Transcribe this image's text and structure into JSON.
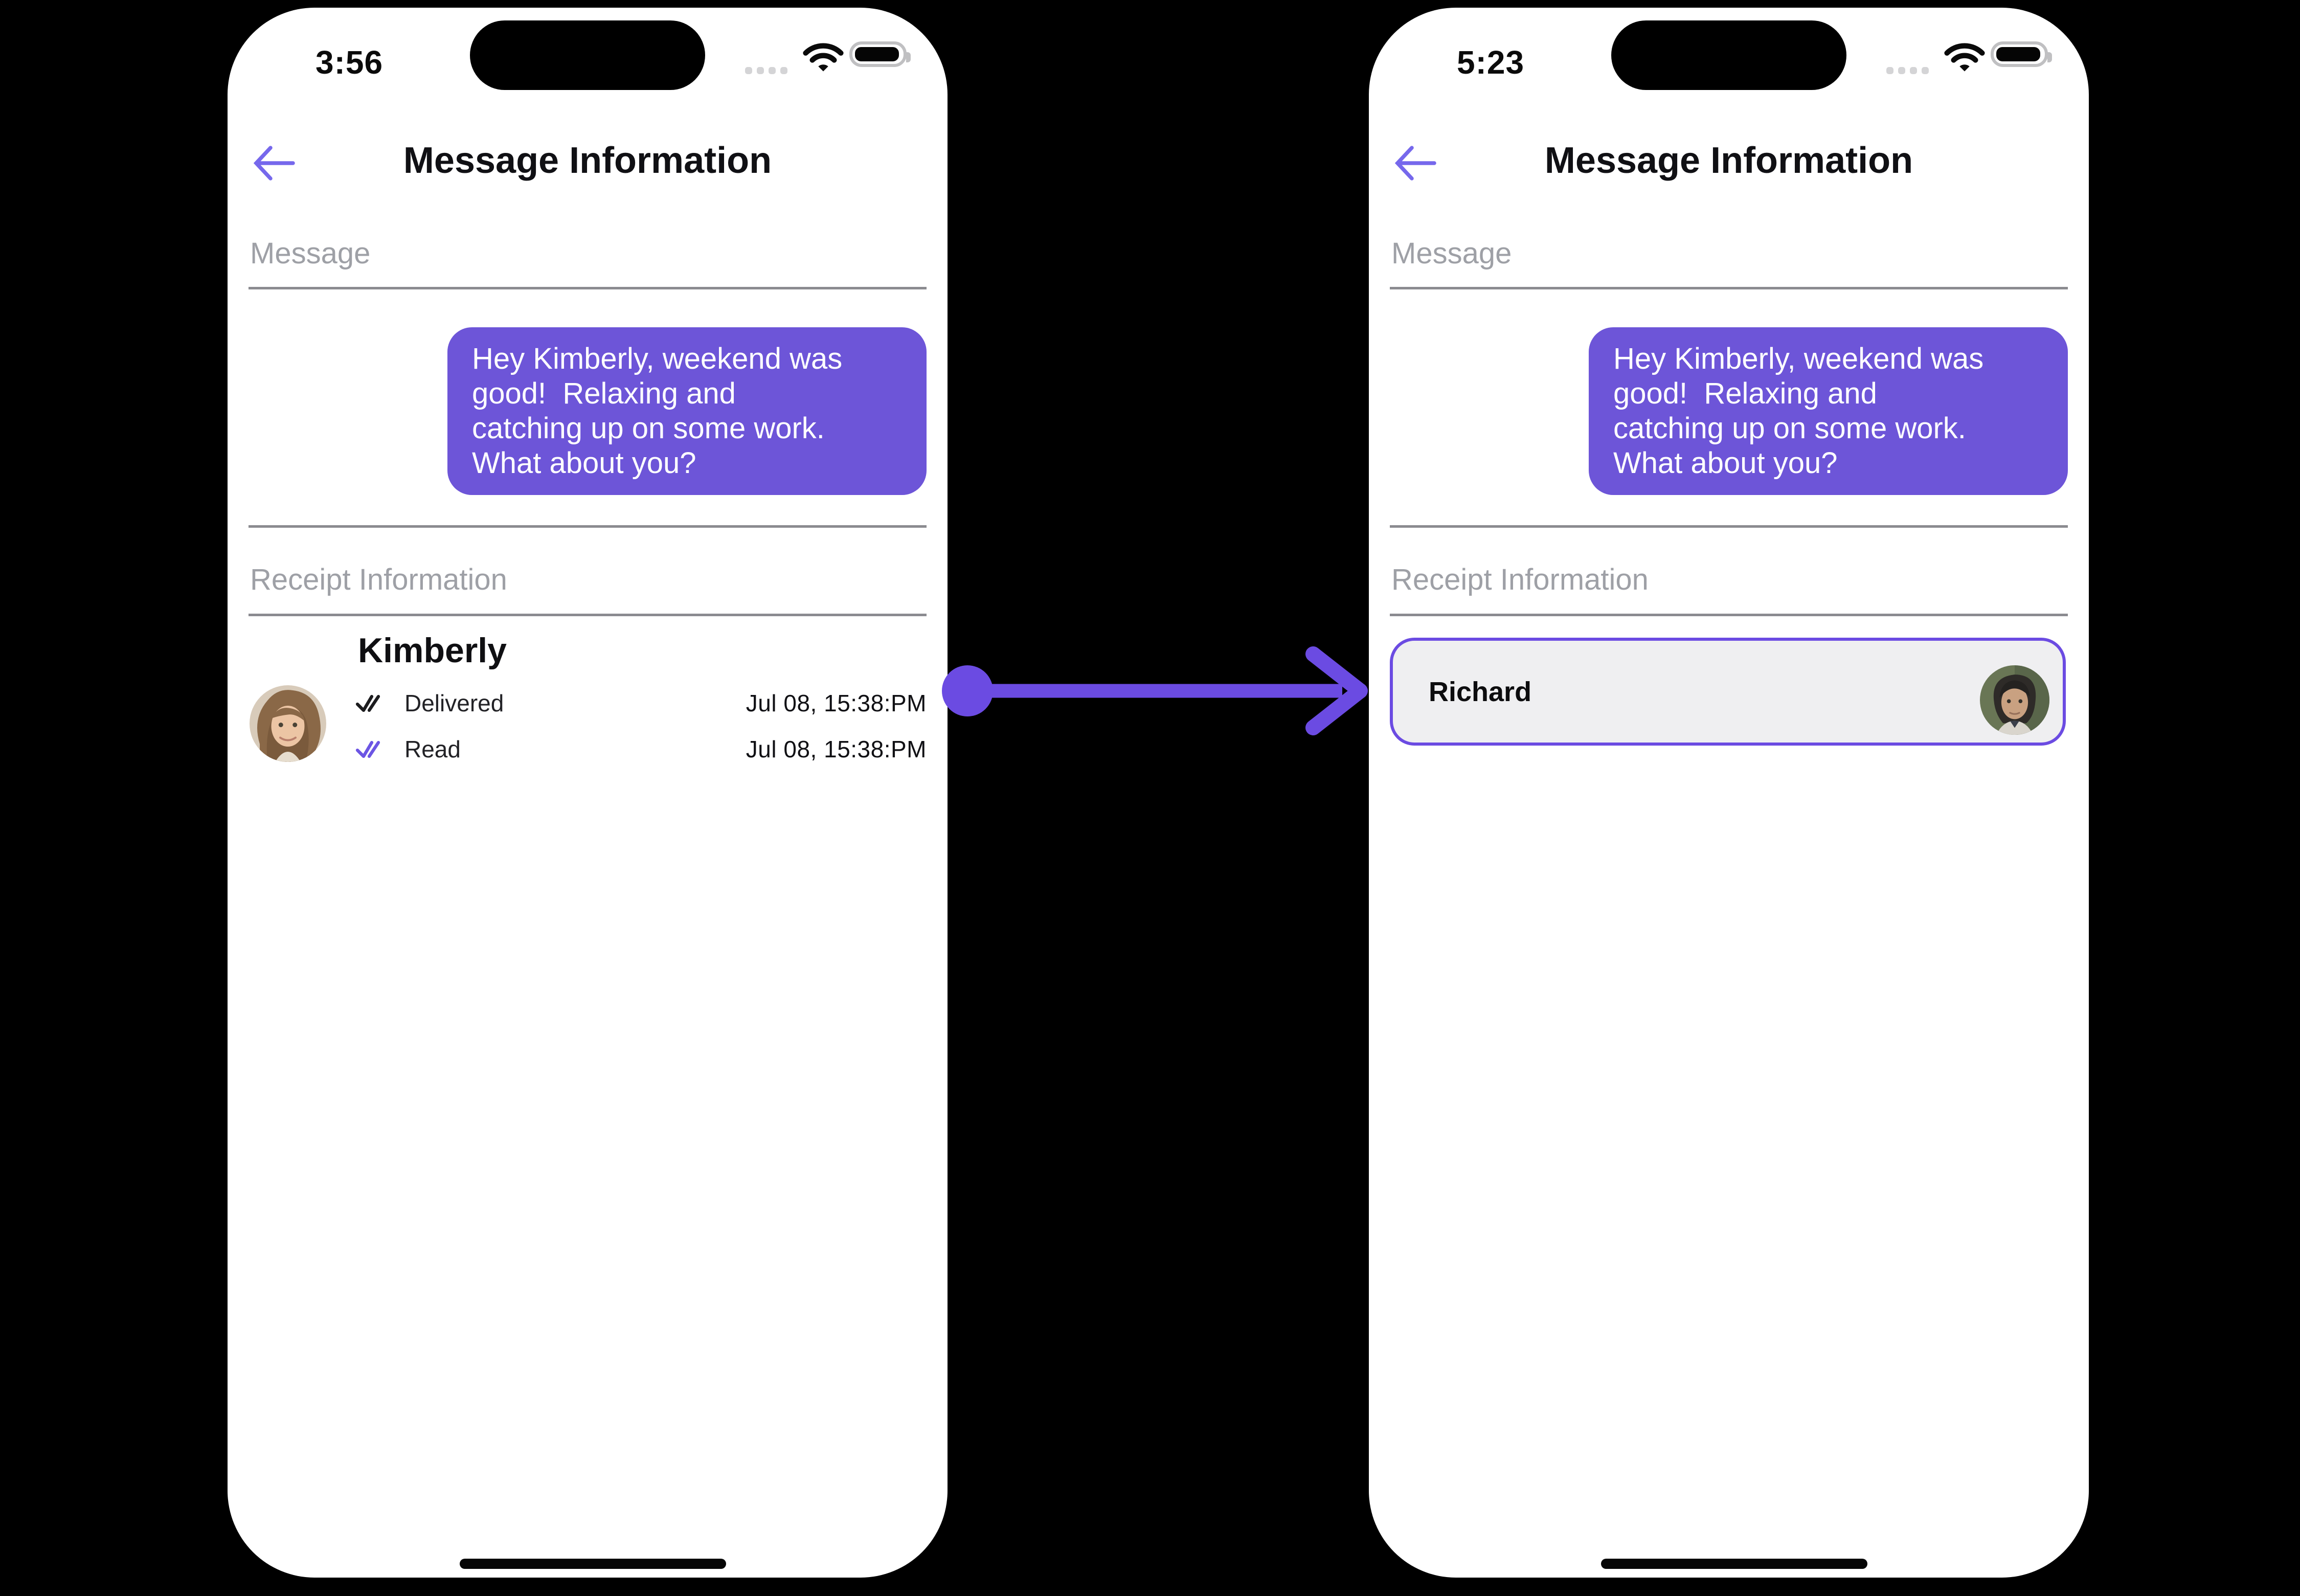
{
  "colors": {
    "page_bg": "#000000",
    "phone_bg": "#FFFFFF",
    "accent_purple": "#6B4BE2",
    "bubble_purple": "#6D55D8",
    "back_arrow_purple": "#7668EC",
    "read_check_purple": "#6C55E4",
    "label_gray": "#9EA0A6",
    "divider_gray": "#8B8B90",
    "receipt_box_bg": "#EFEFF1"
  },
  "icons": {
    "back": "left-arrow",
    "cellular": "signal-dots",
    "wifi": "wifi-waves",
    "battery": "battery-full",
    "delivered": "double-check",
    "read": "double-check"
  },
  "left_phone": {
    "status_bar": {
      "time": "3:56"
    },
    "header": {
      "title": "Message Information"
    },
    "message_section": {
      "label": "Message",
      "bubble_lines": [
        "Hey Kimberly, weekend was",
        "good!  Relaxing and",
        "catching up on some work.",
        "What about you?"
      ]
    },
    "receipt_section": {
      "label": "Receipt Information",
      "contact_name": "Kimberly",
      "statuses": [
        {
          "label": "Delivered",
          "timestamp": "Jul 08, 15:38:PM"
        },
        {
          "label": "Read",
          "timestamp": "Jul 08, 15:38:PM"
        }
      ]
    }
  },
  "right_phone": {
    "status_bar": {
      "time": "5:23"
    },
    "header": {
      "title": "Message Information"
    },
    "message_section": {
      "label": "Message",
      "bubble_lines": [
        "Hey Kimberly, weekend was",
        "good!  Relaxing and",
        "catching up on some work.",
        "What about you?"
      ]
    },
    "receipt_section": {
      "label": "Receipt Information",
      "recipient": {
        "name": "Richard"
      }
    }
  }
}
